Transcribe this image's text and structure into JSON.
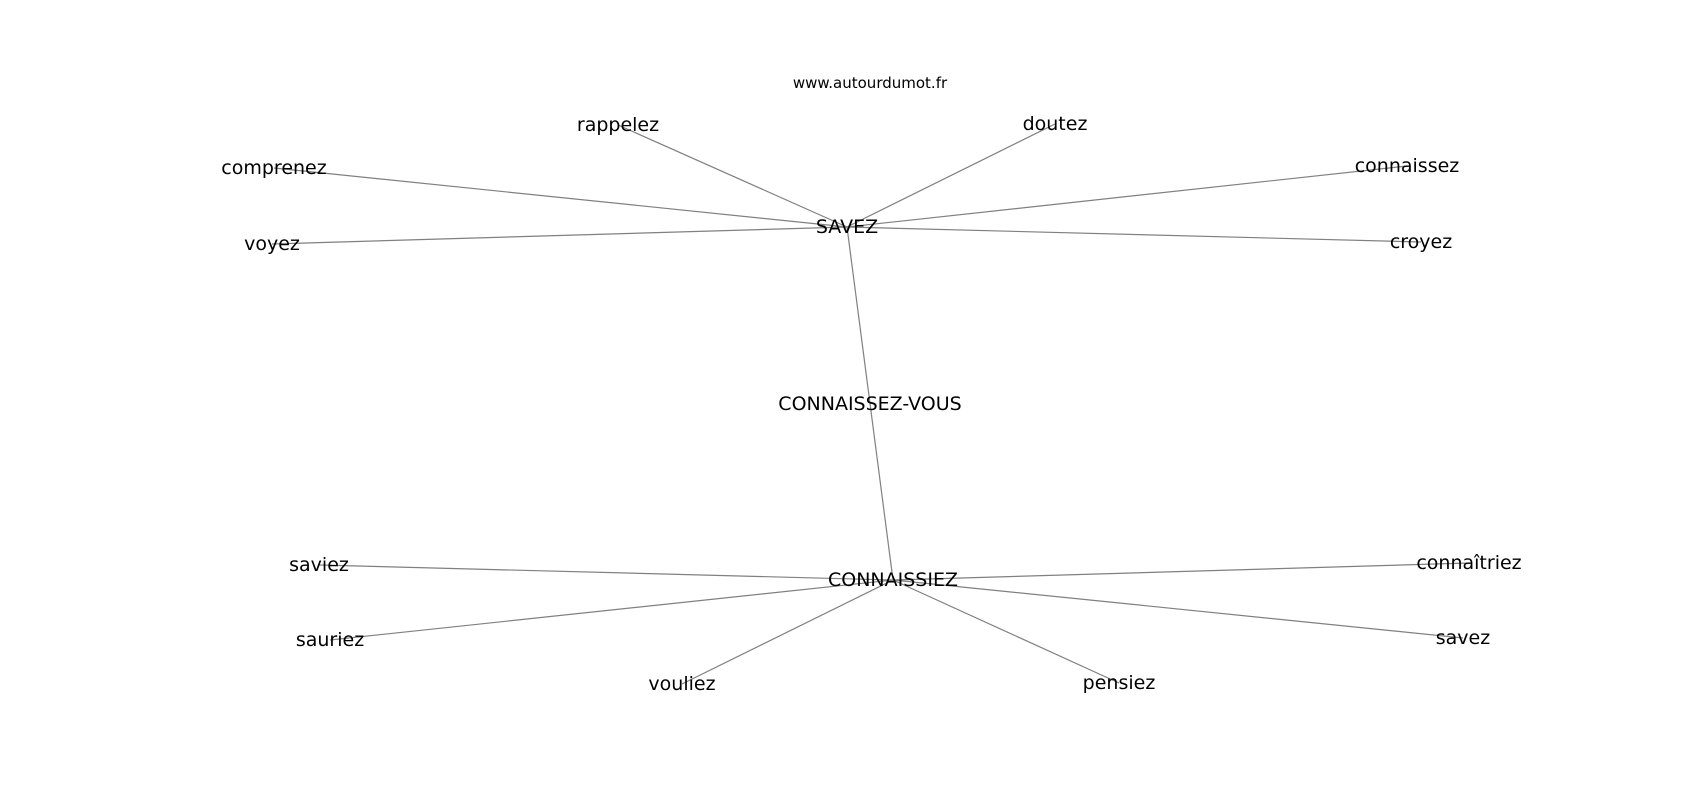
{
  "source": "www.autourdumot.fr",
  "nodes": [
    {
      "id": "connaissez_vous",
      "label": "CONNAISSEZ-VOUS"
    },
    {
      "id": "savez_hub",
      "label": "SAVEZ"
    },
    {
      "id": "connaissiez",
      "label": "CONNAISSIEZ"
    },
    {
      "id": "rappelez",
      "label": "rappelez"
    },
    {
      "id": "doutez",
      "label": "doutez"
    },
    {
      "id": "comprenez",
      "label": "comprenez"
    },
    {
      "id": "connaissez",
      "label": "connaissez"
    },
    {
      "id": "voyez",
      "label": "voyez"
    },
    {
      "id": "croyez",
      "label": "croyez"
    },
    {
      "id": "saviez",
      "label": "saviez"
    },
    {
      "id": "connaitriez",
      "label": "connaîtriez"
    },
    {
      "id": "sauriez",
      "label": "sauriez"
    },
    {
      "id": "savez",
      "label": "savez"
    },
    {
      "id": "vouliez",
      "label": "vouliez"
    },
    {
      "id": "pensiez",
      "label": "pensiez"
    }
  ],
  "edges": [
    [
      "savez_hub",
      "connaissiez"
    ],
    [
      "savez_hub",
      "rappelez"
    ],
    [
      "savez_hub",
      "doutez"
    ],
    [
      "savez_hub",
      "comprenez"
    ],
    [
      "savez_hub",
      "connaissez"
    ],
    [
      "savez_hub",
      "voyez"
    ],
    [
      "savez_hub",
      "croyez"
    ],
    [
      "connaissiez",
      "saviez"
    ],
    [
      "connaissiez",
      "connaitriez"
    ],
    [
      "connaissiez",
      "sauriez"
    ],
    [
      "connaissiez",
      "savez"
    ],
    [
      "connaissiez",
      "vouliez"
    ],
    [
      "connaissiez",
      "pensiez"
    ]
  ]
}
